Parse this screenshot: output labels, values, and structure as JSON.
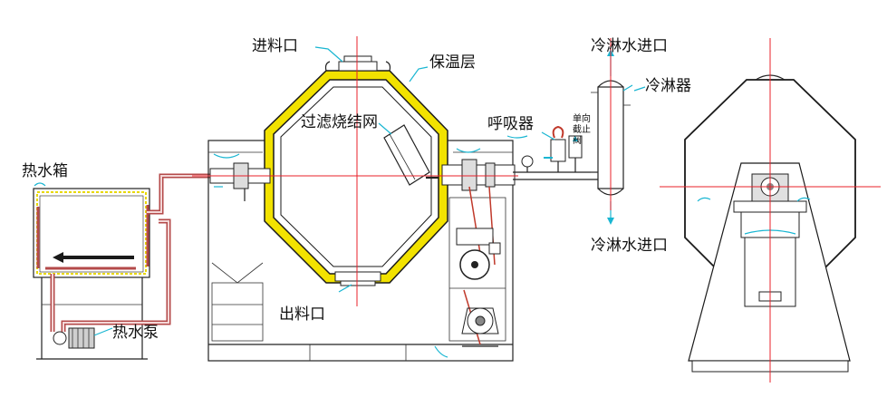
{
  "colors": {
    "insulation": "#f2e200",
    "insulation_border": "#1a1a1a",
    "axis": "#e8202a",
    "water_line": "#19b6d2",
    "hot_pipe": "#b44a4a",
    "drum_fill": "#ffffff"
  },
  "labels": {
    "inlet": "进料口",
    "insulation": "保温层",
    "filter": "过滤烧结网",
    "breather": "呼吸器",
    "check_valve_1": "单向",
    "check_valve_2": "截止",
    "check_valve_3": "阀",
    "cool_in_top": "冷淋水进口",
    "condenser": "冷淋器",
    "cool_in_bottom": "冷淋水进口",
    "hot_tank": "热水箱",
    "outlet": "出料口",
    "hot_pump": "热水泵"
  },
  "icons": {
    "pump": "pump-icon",
    "motor": "motor-icon",
    "gauge": "pressure-gauge-icon",
    "valve": "valve-icon",
    "arrow": "arrow-icon"
  }
}
